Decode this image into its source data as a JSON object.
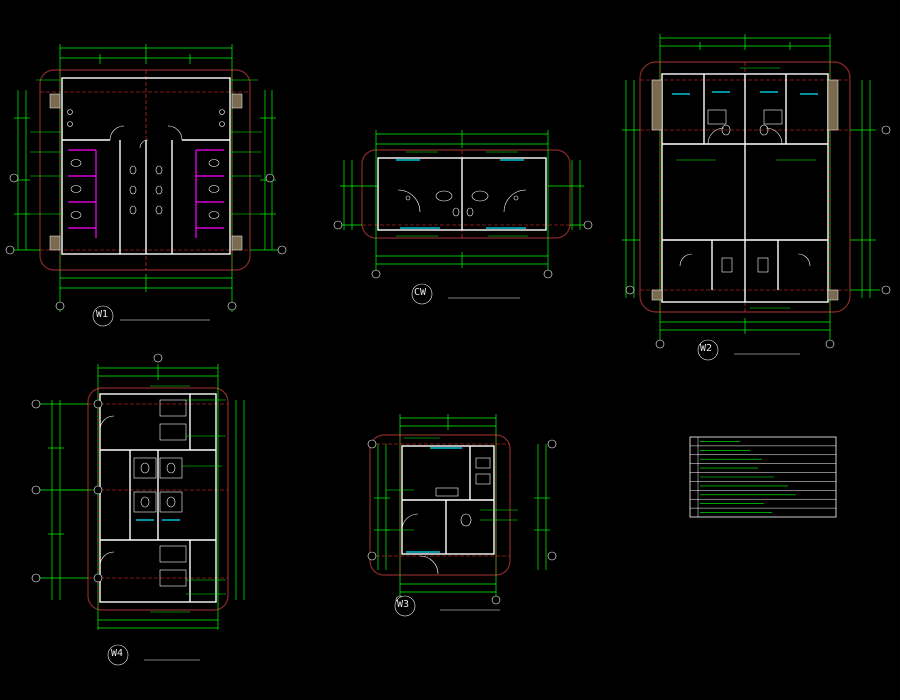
{
  "colors": {
    "background": "#000000",
    "dimension": "#00ff00",
    "wall": "#ffffff",
    "grid_axis": "#ff3030",
    "fixture": "#ffffff",
    "partition": "#ff00ff",
    "glass": "#00e5ff",
    "hatch": "#8a2a2a"
  },
  "plans": [
    {
      "key": "w1",
      "tag": "W1"
    },
    {
      "key": "cw",
      "tag": "CW"
    },
    {
      "key": "w2",
      "tag": "W2"
    },
    {
      "key": "w4",
      "tag": "W4"
    },
    {
      "key": "w3",
      "tag": "W3"
    }
  ],
  "notes_table": {
    "rows": 9
  }
}
